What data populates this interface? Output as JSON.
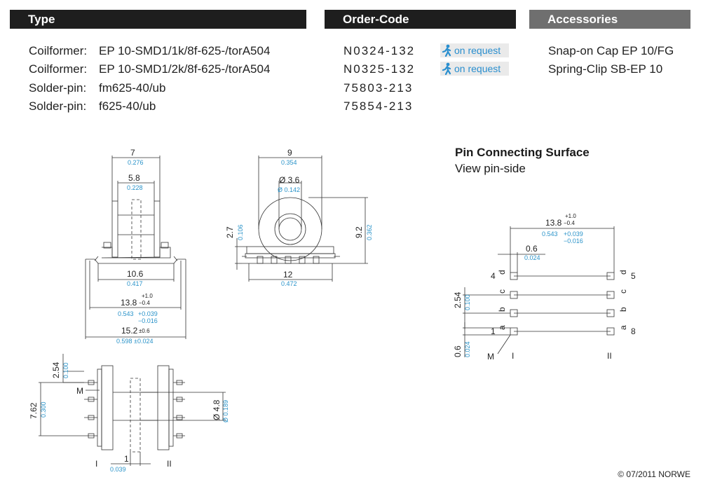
{
  "headers": {
    "type": "Type",
    "order_code": "Order-Code",
    "accessories": "Accessories"
  },
  "items": [
    {
      "label": "Coilformer:",
      "type": "EP 10-SMD1/1k/8f-625-/torA504",
      "code": "N0324-132",
      "request": "on request",
      "accessory": "Snap-on Cap EP 10/FG"
    },
    {
      "label": "Coilformer:",
      "type": "EP 10-SMD1/2k/8f-625-/torA504",
      "code": "N0325-132",
      "request": "on request",
      "accessory": "Spring-Clip SB-EP 10"
    },
    {
      "label": "Solder-pin:",
      "type": "fm625-40/ub",
      "code": "75803-213"
    },
    {
      "label": "Solder-pin:",
      "type": "f625-40/ub",
      "code": "75854-213"
    }
  ],
  "pin_section": {
    "title": "Pin Connecting Surface",
    "subtitle": "View pin-side"
  },
  "copyright": "© 07/2011 NORWE",
  "colors": {
    "header_dark": "#1e1e1e",
    "header_grey": "#6f6f6f",
    "inch_blue": "#2a93c9"
  },
  "drawing": {
    "dims": {
      "d7": "7",
      "d7i": "0.276",
      "d58": "5.8",
      "d58i": "0.228",
      "d106": "10.6",
      "d106i": "0.417",
      "d138": "13.8",
      "d138tol_up": "+1.0",
      "d138tol_dn": "−0.4",
      "d138i": "0.543",
      "d138itol_up": "+0.039",
      "d138itol_dn": "−0.016",
      "d152": "15.2",
      "d152tol": "±0.6",
      "d152i": "0.598 ±0.024",
      "d9": "9",
      "d9i": "0.354",
      "d36": "Ø 3.6",
      "d36i": "Ø 0.142",
      "d27": "2.7",
      "d27i": "0.106",
      "d92": "9.2",
      "d92i": "0.362",
      "d12": "12",
      "d12i": "0.472",
      "d254": "2.54",
      "d254i": "0.100",
      "d762": "7.62",
      "d762i": "0.300",
      "d48": "Ø 4.8",
      "d48i": "Ø 0.189",
      "d1": "1",
      "d1i": "0.039",
      "d06": "0.6",
      "d06i": "0.024",
      "m": "M",
      "side1": "I",
      "side2": "II"
    },
    "pins": {
      "left_nums": [
        "4",
        "1"
      ],
      "right_nums": [
        "5",
        "8"
      ],
      "letters": [
        "d",
        "c",
        "b",
        "a"
      ]
    }
  }
}
